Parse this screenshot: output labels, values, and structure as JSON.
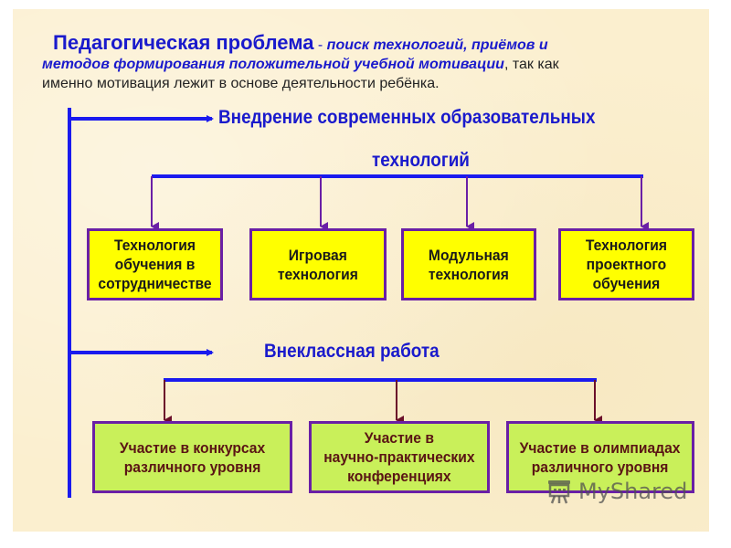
{
  "intro": {
    "title": "Педагогическая проблема",
    "dash": " - ",
    "emphasis_1": "поиск технологий, приёмов и",
    "emphasis_2": "методов   формирования положительной учебной мотивации",
    "plain_tail": ", так как",
    "line3": "именно мотивация лежит в основе деятельности ребёнка."
  },
  "branch_1": {
    "label_line1": "Внедрение современных образовательных",
    "label_line2": "технологий",
    "items": [
      {
        "lines": [
          "Технология",
          "обучения в",
          "сотрудничестве"
        ]
      },
      {
        "lines": [
          "Игровая",
          "технология"
        ]
      },
      {
        "lines": [
          "Модульная",
          "технология"
        ]
      },
      {
        "lines": [
          "Технология",
          "проектного",
          "обучения"
        ]
      }
    ]
  },
  "branch_2": {
    "label": "Внеклассная работа",
    "items": [
      {
        "lines": [
          "Участие в конкурсах",
          "различного уровня"
        ]
      },
      {
        "lines": [
          "Участие в",
          "научно-практических",
          "конференциях"
        ]
      },
      {
        "lines": [
          "Участие в олимпиадах",
          "различного уровня"
        ]
      }
    ]
  },
  "colors": {
    "main_line": "#1a1aee",
    "tech_arrow": "#6a1fa6",
    "extra_arrow": "#6b0f2a",
    "tech_box": "#ffff00",
    "extra_box": "#c9f05a",
    "box_border": "#6a1fa6"
  },
  "watermark": {
    "text": "MyShared",
    "icon": "presentation-board-icon"
  }
}
